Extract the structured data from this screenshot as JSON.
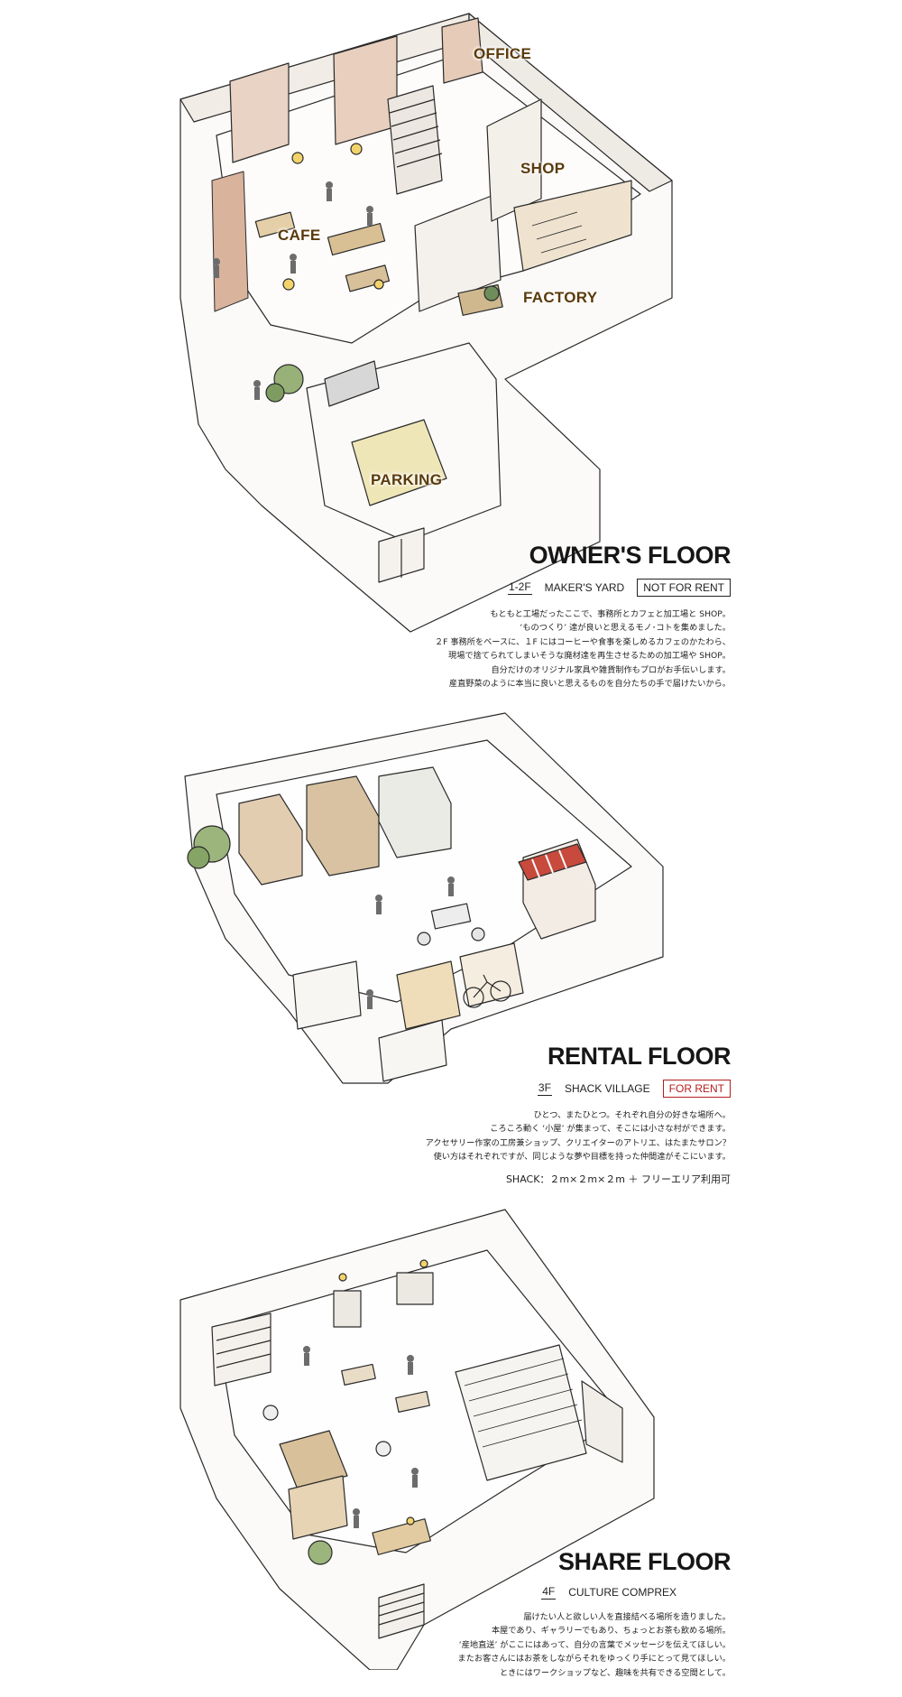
{
  "owner": {
    "title": "OWNER'S FLOOR",
    "floor": "1-2F",
    "name": "MAKER'S YARD",
    "badge": "NOT FOR RENT",
    "labels": {
      "office": "OFFICE",
      "shop": "SHOP",
      "cafe": "CAFE",
      "factory": "FACTORY",
      "parking": "PARKING"
    },
    "desc": [
      "もともと工場だったここで、事務所とカフェと加工場と SHOP。",
      "ʻものつくりʼ 達が良いと思えるモノ･コトを集めました。",
      "２F 事務所をベースに、１F にはコーヒーや食事を楽しめるカフェのかたわら、",
      "現場で捨てられてしまいそうな廃材達を再生させるための加工場や SHOP。",
      "自分だけのオリジナル家具や雑貨制作もプロがお手伝いします。",
      "産直野菜のように本当に良いと思えるものを自分たちの手で届けたいから。"
    ]
  },
  "rental": {
    "title": "RENTAL FLOOR",
    "floor": "3F",
    "name": "SHACK VILLAGE",
    "badge": "FOR RENT",
    "desc": [
      "ひとつ、またひとつ。それぞれ自分の好きな場所へ。",
      "ころころ動く ʻ小屋ʼ が集まって、そこには小さな村ができます。",
      "アクセサリー作家の工房兼ショップ、クリエイターのアトリエ、はたまたサロン？",
      "使い方はそれぞれですが、同じような夢や目標を持った仲間達がそこにいます。"
    ],
    "spec": "SHACK：２m×２m×２m ＋ フリーエリア利用可"
  },
  "share": {
    "title": "SHARE FLOOR",
    "floor": "4F",
    "name": "CULTURE COMPREX",
    "desc": [
      "届けたい人と欲しい人を直接結べる場所を造りました。",
      "本屋であり、ギャラリーでもあり、ちょっとお茶も飲める場所。",
      "ʻ産地直送ʼ がここにはあって、自分の言葉でメッセージを伝えてほしい。",
      "またお客さんにはお茶をしながらそれをゆっくり手にとって見てほしい。",
      "ときにはワークショップなど、趣味を共有できる空間として。"
    ]
  },
  "colors": {
    "accent_red": "#b41e1e",
    "label_brown": "#5a3a0a"
  }
}
